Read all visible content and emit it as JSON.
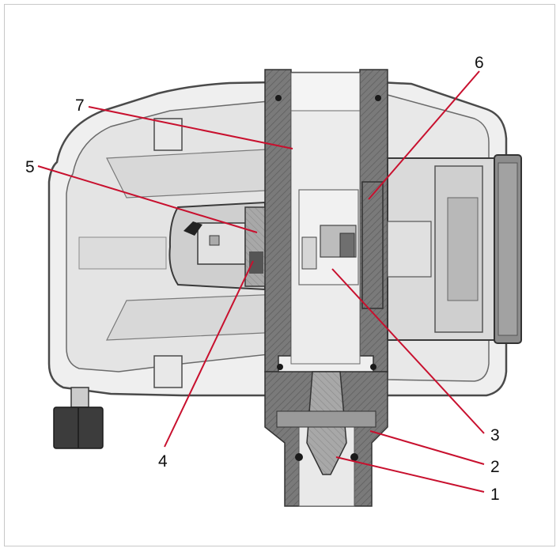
{
  "diagram": {
    "kind": "cross-section",
    "callouts": [
      {
        "id": "1",
        "label": "1"
      },
      {
        "id": "2",
        "label": "2"
      },
      {
        "id": "3",
        "label": "3"
      },
      {
        "id": "4",
        "label": "4"
      },
      {
        "id": "5",
        "label": "5"
      },
      {
        "id": "6",
        "label": "6"
      },
      {
        "id": "7",
        "label": "7"
      }
    ],
    "colors": {
      "leader": "#c8102e",
      "section_dark": "#6f6f6f",
      "section_mid": "#9a9a9a",
      "housing_light": "#e6e6e6",
      "housing_outline": "#4a4a4a",
      "dark_part": "#3c3c3c"
    }
  }
}
